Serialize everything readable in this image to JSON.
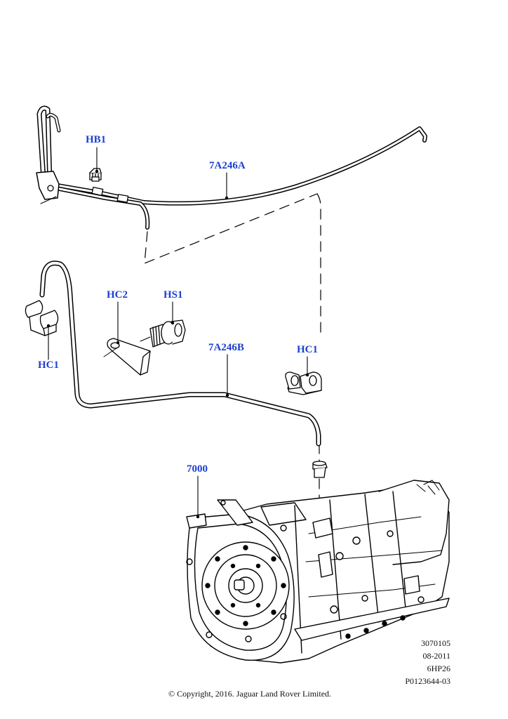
{
  "diagram": {
    "callouts": {
      "hb1": "HB1",
      "pipe_a": "7A246A",
      "hc2": "HC2",
      "hs1": "HS1",
      "pipe_b": "7A246B",
      "hc1_left": "HC1",
      "hc1_right": "HC1",
      "transmission": "7000"
    },
    "callout_color": "#1b3fd0",
    "info": {
      "code": "3070105",
      "date": "08-2011",
      "model": "6HP26",
      "ref": "P0123644-03"
    },
    "copyright": "© Copyright, 2016. Jaguar Land Rover Limited."
  }
}
